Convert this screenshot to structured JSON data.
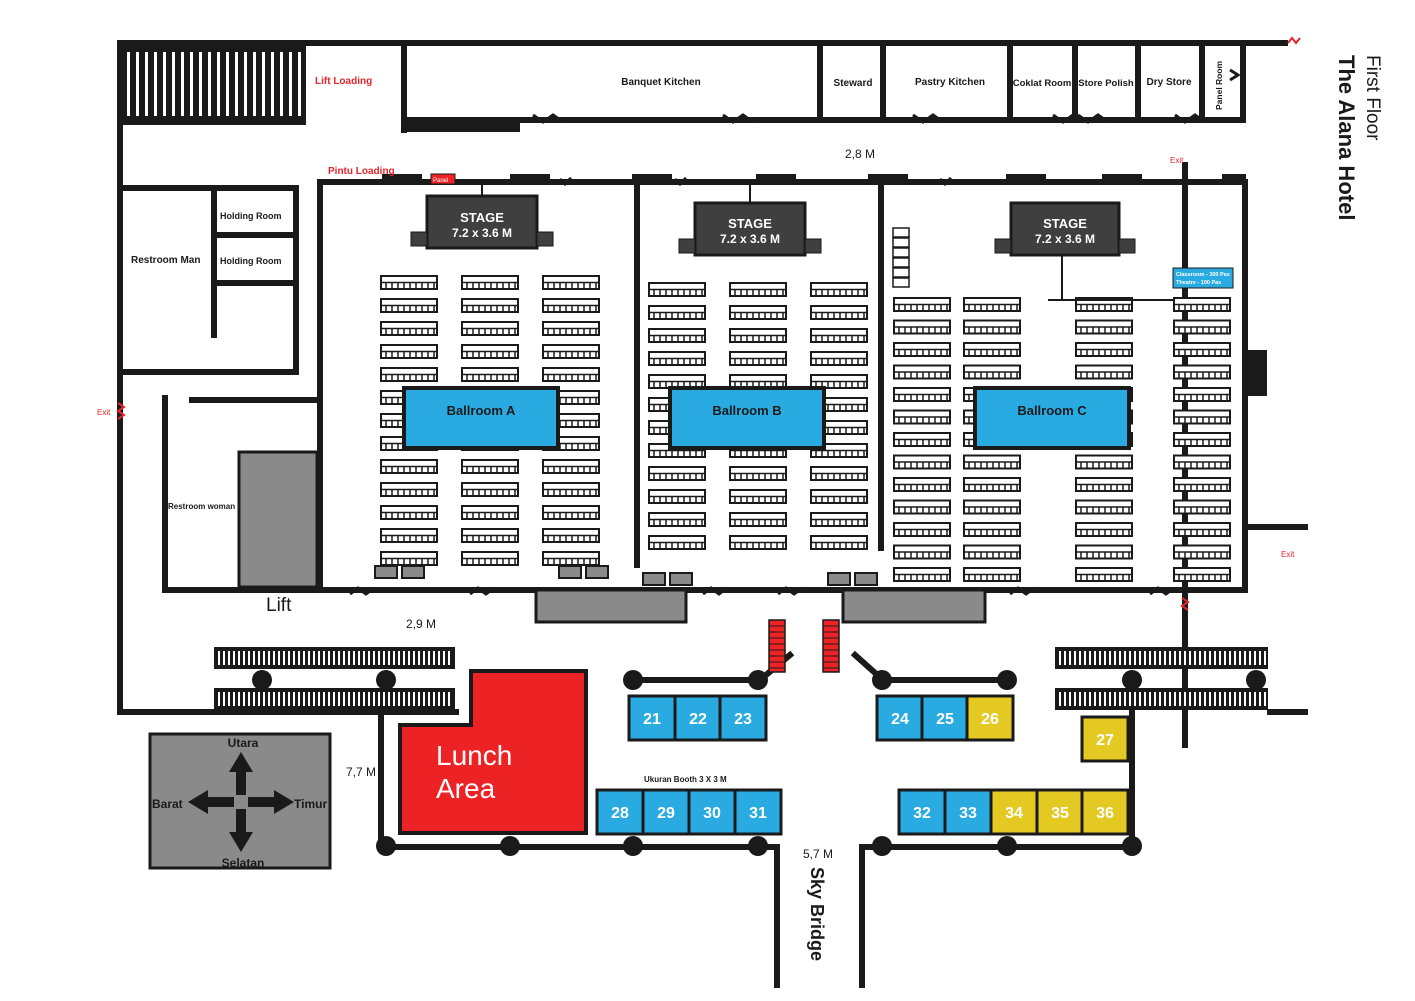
{
  "title": {
    "floor": "First Floor",
    "hotel": "The Alana Hotel"
  },
  "rooms": {
    "lift_loading": "Lift Loading",
    "banquet_kitchen": "Banquet Kitchen",
    "steward": "Steward",
    "pastry_kitchen": "Pastry Kitchen",
    "coklat_room": "Coklat Room",
    "store_polish": "Store Polish",
    "dry_store": "Dry Store",
    "panel_room": "Panel Room",
    "pintu_loading": "Pintu Loading",
    "panel_small": "Panel",
    "holding_room_1": "Holding Room",
    "holding_room_2": "Holding Room",
    "restroom_man": "Restroom Man",
    "restroom_woman": "Restroom woman",
    "lift": "Lift",
    "lunch_line1": "Lunch",
    "lunch_line2": "Area",
    "sky_bridge": "Sky Bridge"
  },
  "stages": [
    {
      "name": "STAGE",
      "size": "7.2 x 3.6 M"
    },
    {
      "name": "STAGE",
      "size": "7.2 x 3.6 M"
    },
    {
      "name": "STAGE",
      "size": "7.2 x 3.6 M"
    }
  ],
  "ballrooms": [
    "Ballroom A",
    "Ballroom B",
    "Ballroom C"
  ],
  "capacity": {
    "classroom": "Classroom - 300 Pax",
    "theatre": "Theatre - 100 Pax"
  },
  "dimensions": {
    "top": "2,8 M",
    "corridor": "2,9 M",
    "left": "7,7 M",
    "bridge": "5,7 M"
  },
  "exits": [
    "Exit",
    "Exit",
    "Exit"
  ],
  "compass": {
    "north": "Utara",
    "south": "Selatan",
    "west": "Barat",
    "east": "Timur"
  },
  "booth_size_label": "Ukuran Booth 3 X 3 M",
  "booths": [
    {
      "number": "21",
      "status": "available"
    },
    {
      "number": "22",
      "status": "available"
    },
    {
      "number": "23",
      "status": "available"
    },
    {
      "number": "24",
      "status": "available"
    },
    {
      "number": "25",
      "status": "available"
    },
    {
      "number": "26",
      "status": "booked"
    },
    {
      "number": "27",
      "status": "booked"
    },
    {
      "number": "28",
      "status": "available"
    },
    {
      "number": "29",
      "status": "available"
    },
    {
      "number": "30",
      "status": "available"
    },
    {
      "number": "31",
      "status": "available"
    },
    {
      "number": "32",
      "status": "available"
    },
    {
      "number": "33",
      "status": "available"
    },
    {
      "number": "34",
      "status": "booked"
    },
    {
      "number": "35",
      "status": "booked"
    },
    {
      "number": "36",
      "status": "booked"
    }
  ],
  "colors": {
    "wall": "#1a1a1a",
    "ballroom_blue": "#29abe2",
    "booth_blue": "#29abe2",
    "booth_yellow": "#e5c923",
    "lunch_red": "#ed2224",
    "label_red": "#e3262b",
    "grey": "#8a8a8a",
    "stage_fill": "#3f3f3f"
  }
}
